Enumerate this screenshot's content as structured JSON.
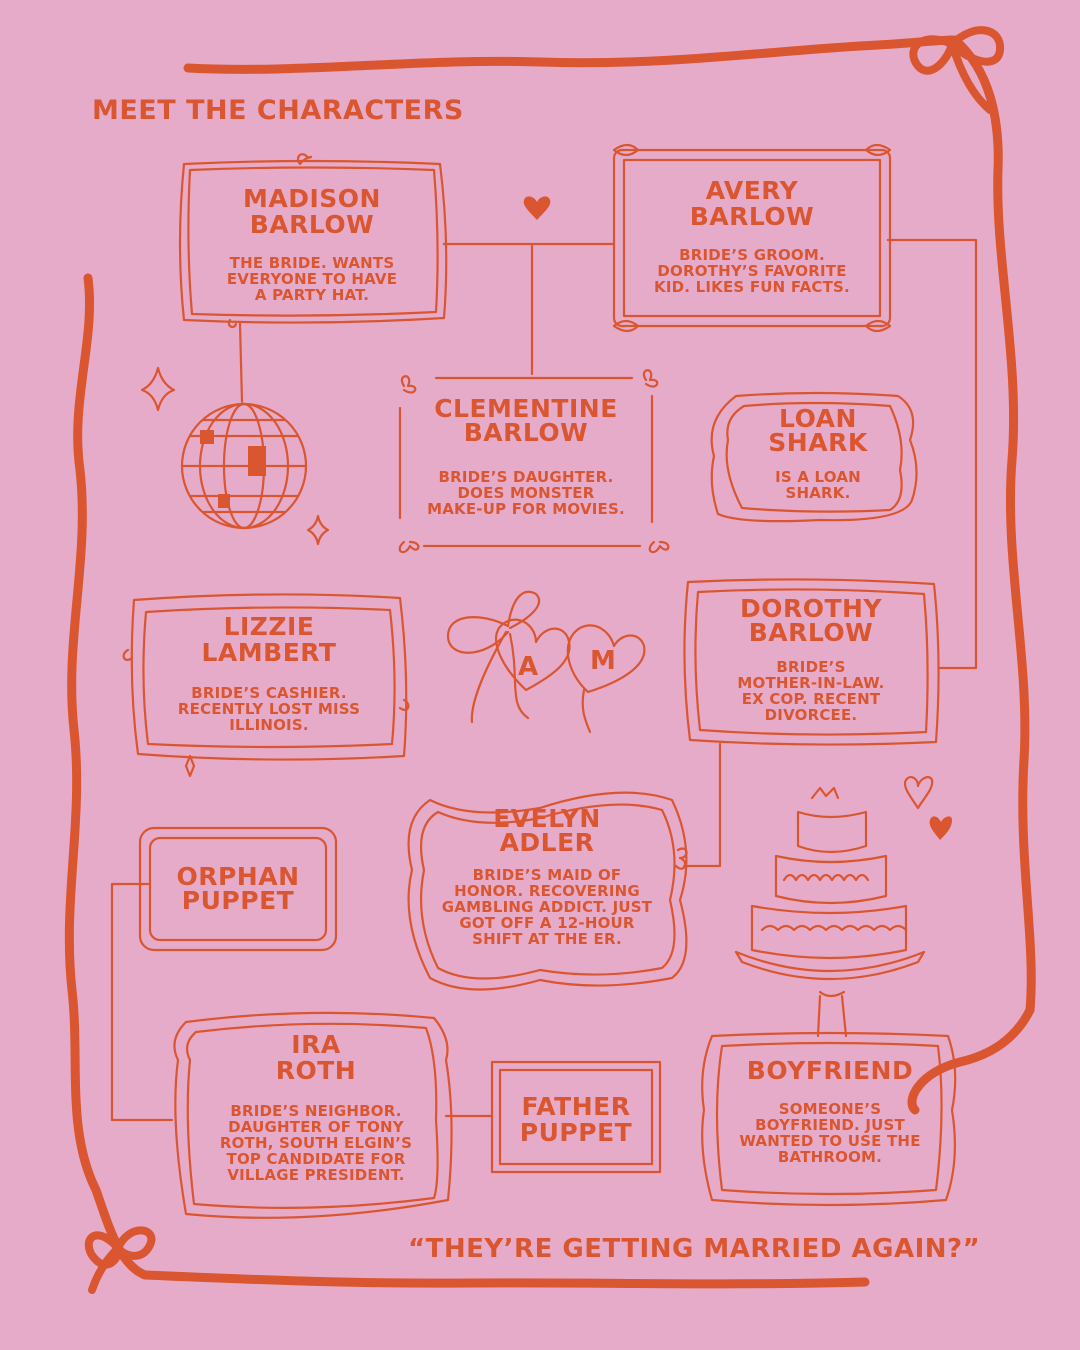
{
  "heading": "MEET THE CHARACTERS",
  "tagline": "“THEY’RE GETTING MARRIED AGAIN?”",
  "accent_color": "#d95630",
  "background_color": "#e6abc8",
  "monogram": {
    "left": "A",
    "right": "M"
  },
  "icons": [
    "disco-ball-icon",
    "sparkle-icon",
    "heart-icon",
    "bow-icon",
    "wedding-cake-icon"
  ],
  "characters": [
    {
      "name_line1": "MADISON",
      "name_line2": "BARLOW",
      "desc_lines": [
        "THE BRIDE. WANTS",
        "EVERYONE TO HAVE",
        "A PARTY HAT."
      ]
    },
    {
      "name_line1": "AVERY",
      "name_line2": "BARLOW",
      "desc_lines": [
        "BRIDE’S GROOM.",
        "DOROTHY’S FAVORITE",
        "KID. LIKES FUN FACTS."
      ]
    },
    {
      "name_line1": "CLEMENTINE",
      "name_line2": "BARLOW",
      "desc_lines": [
        "BRIDE’S DAUGHTER.",
        "DOES MONSTER",
        "MAKE-UP FOR MOVIES."
      ]
    },
    {
      "name_line1": "LOAN",
      "name_line2": "SHARK",
      "desc_lines": [
        "IS A LOAN",
        "SHARK."
      ]
    },
    {
      "name_line1": "LIZZIE",
      "name_line2": "LAMBERT",
      "desc_lines": [
        "BRIDE’S CASHIER.",
        "RECENTLY LOST MISS",
        "ILLINOIS."
      ]
    },
    {
      "name_line1": "DOROTHY",
      "name_line2": "BARLOW",
      "desc_lines": [
        "BRIDE’S",
        "MOTHER-IN-LAW.",
        "EX COP. RECENT",
        "DIVORCEE."
      ]
    },
    {
      "name_line1": "EVELYN",
      "name_line2": "ADLER",
      "desc_lines": [
        "BRIDE’S MAID OF",
        "HONOR. RECOVERING",
        "GAMBLING ADDICT. JUST",
        "GOT OFF A 12-HOUR",
        "SHIFT AT THE ER."
      ]
    },
    {
      "name_line1": "ORPHAN",
      "name_line2": "PUPPET",
      "desc_lines": []
    },
    {
      "name_line1": "IRA",
      "name_line2": "ROTH",
      "desc_lines": [
        "BRIDE’S NEIGHBOR.",
        "DAUGHTER OF TONY",
        "ROTH, SOUTH ELGIN’S",
        "TOP CANDIDATE FOR",
        "VILLAGE PRESIDENT."
      ]
    },
    {
      "name_line1": "FATHER",
      "name_line2": "PUPPET",
      "desc_lines": []
    },
    {
      "name_line1": "BOYFRIEND",
      "name_line2": "",
      "desc_lines": [
        "SOMEONE’S",
        "BOYFRIEND. JUST",
        "WANTED TO USE THE",
        "BATHROOM."
      ]
    }
  ]
}
